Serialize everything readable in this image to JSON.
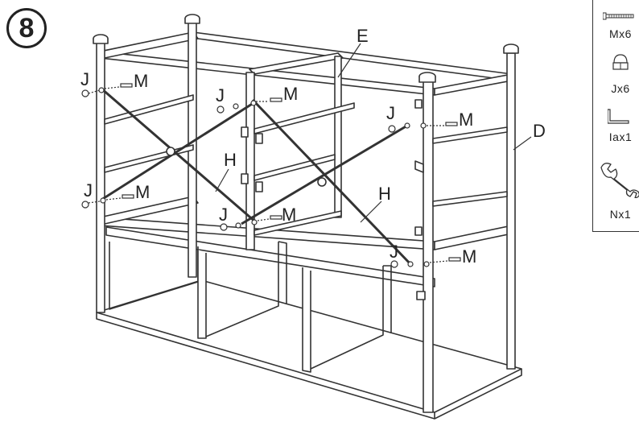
{
  "step": {
    "number": "8"
  },
  "parts": [
    {
      "id": "M",
      "label": "Mx6",
      "icon": "screw-icon"
    },
    {
      "id": "J",
      "label": "Jx6",
      "icon": "cap-nut-icon"
    },
    {
      "id": "I",
      "label": "Iax1",
      "icon": "allen-key-icon"
    },
    {
      "id": "N",
      "label": "Nx1",
      "icon": "wrench-icon"
    }
  ],
  "callouts": {
    "E": "E",
    "D": "D",
    "H1": "H",
    "H2": "H",
    "J": "J",
    "M": "M"
  },
  "colors": {
    "line": "#333333",
    "background": "#ffffff"
  }
}
